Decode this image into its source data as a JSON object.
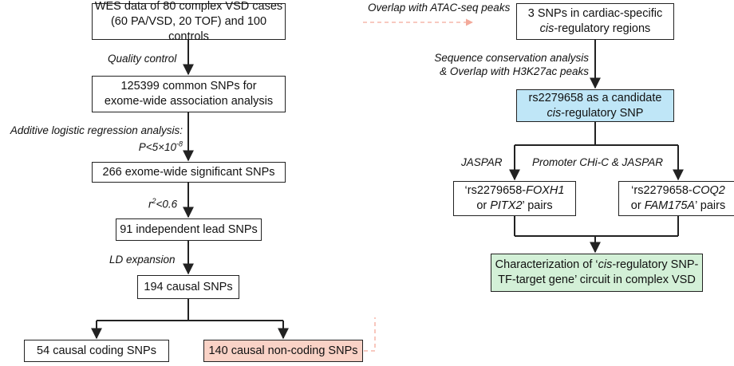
{
  "colors": {
    "line": "#222222",
    "dash": "#f3a99a",
    "blue": "#bfe6f7",
    "green": "#d3f0d7",
    "pink": "#f9d2c6"
  },
  "left": {
    "b1": {
      "l1": "WES data of 80 complex VSD cases",
      "l2": "(60 PA/VSD, 20 TOF) and 100 controls"
    },
    "qc": "Quality control",
    "b2": {
      "l1": "125399 common SNPs for",
      "l2": "exome-wide association analysis"
    },
    "logit": {
      "l1": "Additive logistic regression analysis:",
      "p": "P<5×10",
      "p_exp": "-8"
    },
    "b3": "266 exome-wide significant SNPs",
    "r2": {
      "r": "r",
      "sup": "2",
      "rest": "<0.6"
    },
    "b4": "91 independent lead SNPs",
    "ld": "LD expansion",
    "b5": "194 causal SNPs",
    "b6": "54 causal coding SNPs",
    "b7": "140 causal non-coding SNPs"
  },
  "right": {
    "atac": "Overlap with ATAC-seq peaks",
    "r1": {
      "l1": "3 SNPs in cardiac-specific",
      "l2_it": "cis",
      "l2_rest": "-regulatory regions"
    },
    "seq": {
      "l1": "Sequence conservation analysis",
      "l2": "& Overlap with H3K27ac peaks"
    },
    "r2": {
      "l1": "rs2279658 as a candidate",
      "l2_it": "cis",
      "l2_rest": "-regulatory SNP"
    },
    "jaspar": "JASPAR",
    "promoter": "Promoter CHi-C & JASPAR",
    "r3": {
      "a": "‘rs2279658-",
      "a_it": "FOXH1",
      "b_pre": "or ",
      "b_it": "PITX2",
      "b_post": "’ pairs"
    },
    "r4": {
      "a": "‘rs2279658-",
      "a_it": "COQ2",
      "b_pre": "or ",
      "b_it": "FAM175A",
      "b_post": "’ pairs"
    },
    "r5": {
      "a": "Characterization of ‘",
      "a_it": "cis",
      "a_rest": "-regulatory SNP-",
      "b": "TF-target gene’ circuit in complex VSD"
    }
  }
}
